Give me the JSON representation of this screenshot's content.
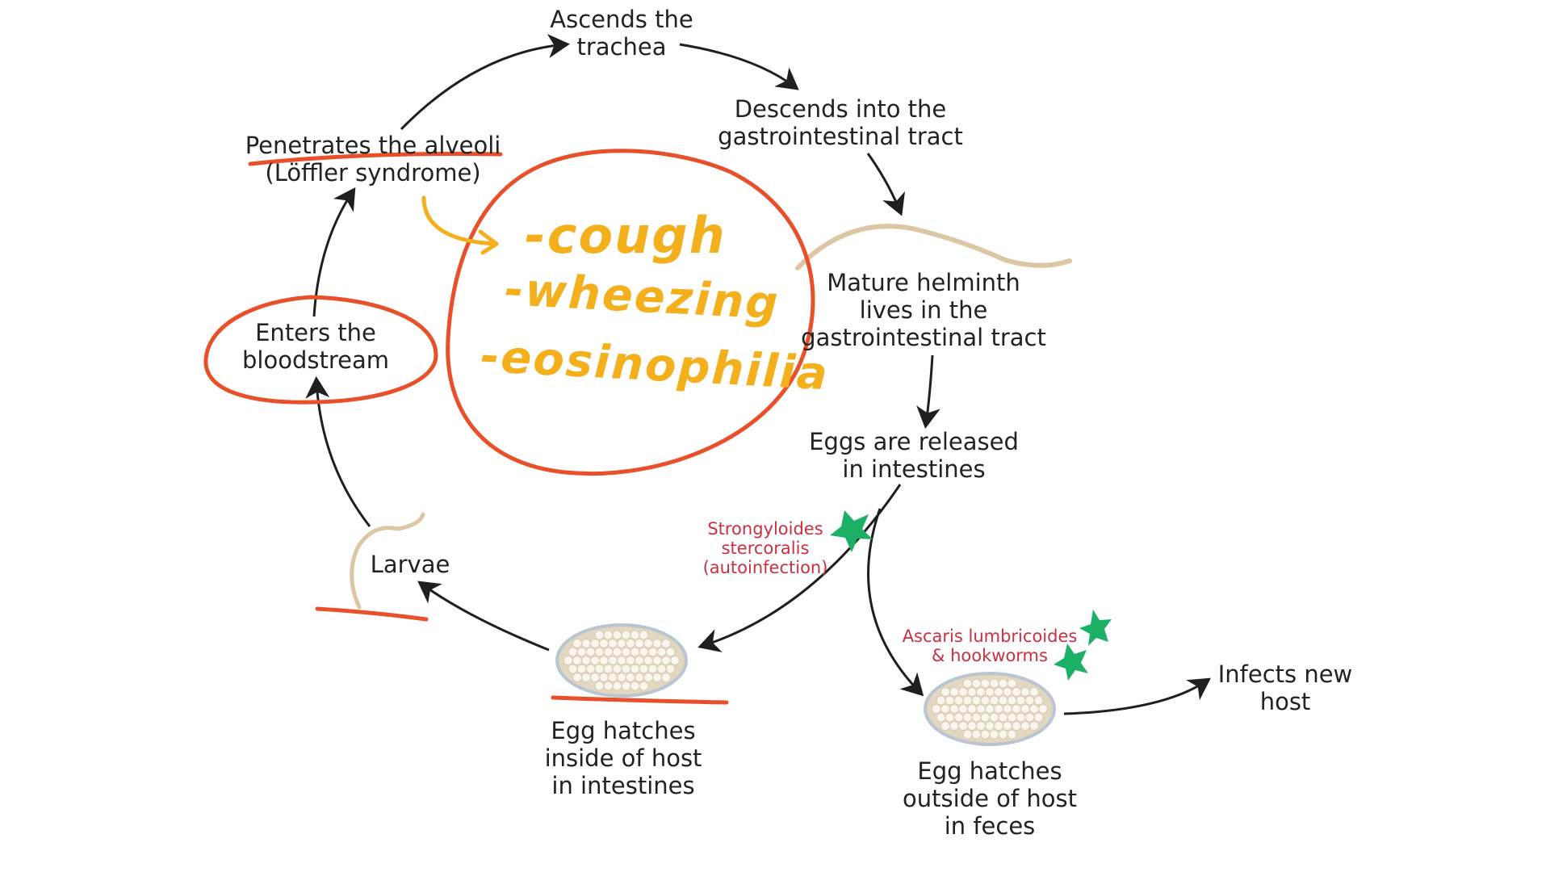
{
  "nodes": {
    "trachea": [
      "Ascends the",
      "trachea"
    ],
    "descends": [
      "Descends into the",
      "gastrointestinal tract"
    ],
    "mature": [
      "Mature helminth",
      "lives in the",
      "gastrointestinal tract"
    ],
    "eggs_released": [
      "Eggs are released",
      "in intestines"
    ],
    "outside": [
      "Egg hatches",
      "outside of host",
      "in feces"
    ],
    "infects": [
      "Infects new",
      "host"
    ],
    "inside": [
      "Egg hatches",
      "inside of host",
      "in intestines"
    ],
    "larvae": [
      "Larvae"
    ],
    "bloodstream": [
      "Enters the",
      "bloodstream"
    ],
    "alveoli": [
      "Penetrates the alveoli",
      "(Löffler syndrome)"
    ]
  },
  "annotations": {
    "strongyloides": [
      "Strongyloides",
      "stercoralis",
      "(autoinfection)"
    ],
    "ascaris": [
      "Ascaris lumbricoides",
      "& hookworms"
    ]
  },
  "handwriting": {
    "line1": "-cough",
    "line2": "-wheezing",
    "line3": "-eosinophilia"
  },
  "colors": {
    "arrow": "#1f1f1f",
    "red_marker": "#e8502a",
    "yellow_marker": "#f3b01c",
    "green_marker": "#1cb067",
    "annotation_text": "#c8313f"
  }
}
